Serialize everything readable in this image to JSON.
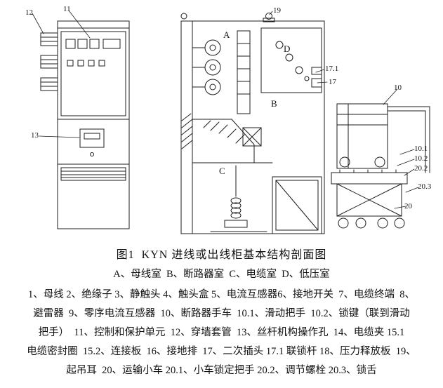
{
  "colors": {
    "ink": "#1c1c1c",
    "background": "#ffffff"
  },
  "figure": {
    "caption": "图1  KYN 进线或出线柜基本结构剖面图",
    "rooms_line": "A、母线室  B、断路器室  C、电缆室  D、低压室",
    "legend_lines": [
      "1、母线 2、绝缘子 3、静触头 4、触头盒 5、电流互感器6、接地开关  7、电缆终端  8、",
      "避雷器  9、零序电流互感器  10、断路器手车  10.1、滑动把手  10.2、锁键（联到滑动",
      "把手）  11、控制和保护单元  12、穿墙套管  13、丝杆机构操作孔  14、电缆夹 15.1",
      "电缆密封圈  15.2、连接板  16、接地排  17、二次插头 17.1 联锁杆 18、压力释放板  19、",
      "起吊耳  20、运输小车 20.1、小车锁定把手 20.2、调节螺栓 20.3、锁舌"
    ]
  },
  "part_labels": [
    {
      "id": "12",
      "text": "12"
    },
    {
      "id": "11",
      "text": "11"
    },
    {
      "id": "13",
      "text": "13"
    },
    {
      "id": "19",
      "text": "19"
    },
    {
      "id": "17.1",
      "text": "17.1"
    },
    {
      "id": "17",
      "text": "17"
    },
    {
      "id": "A",
      "text": "A"
    },
    {
      "id": "B",
      "text": "B"
    },
    {
      "id": "C",
      "text": "C"
    },
    {
      "id": "D",
      "text": "D"
    },
    {
      "id": "10",
      "text": "10"
    },
    {
      "id": "10.1",
      "text": "10.1"
    },
    {
      "id": "10.2",
      "text": "10.2"
    },
    {
      "id": "20.2",
      "text": "20.2"
    },
    {
      "id": "20.3",
      "text": "20.3"
    },
    {
      "id": "20",
      "text": "20"
    }
  ]
}
